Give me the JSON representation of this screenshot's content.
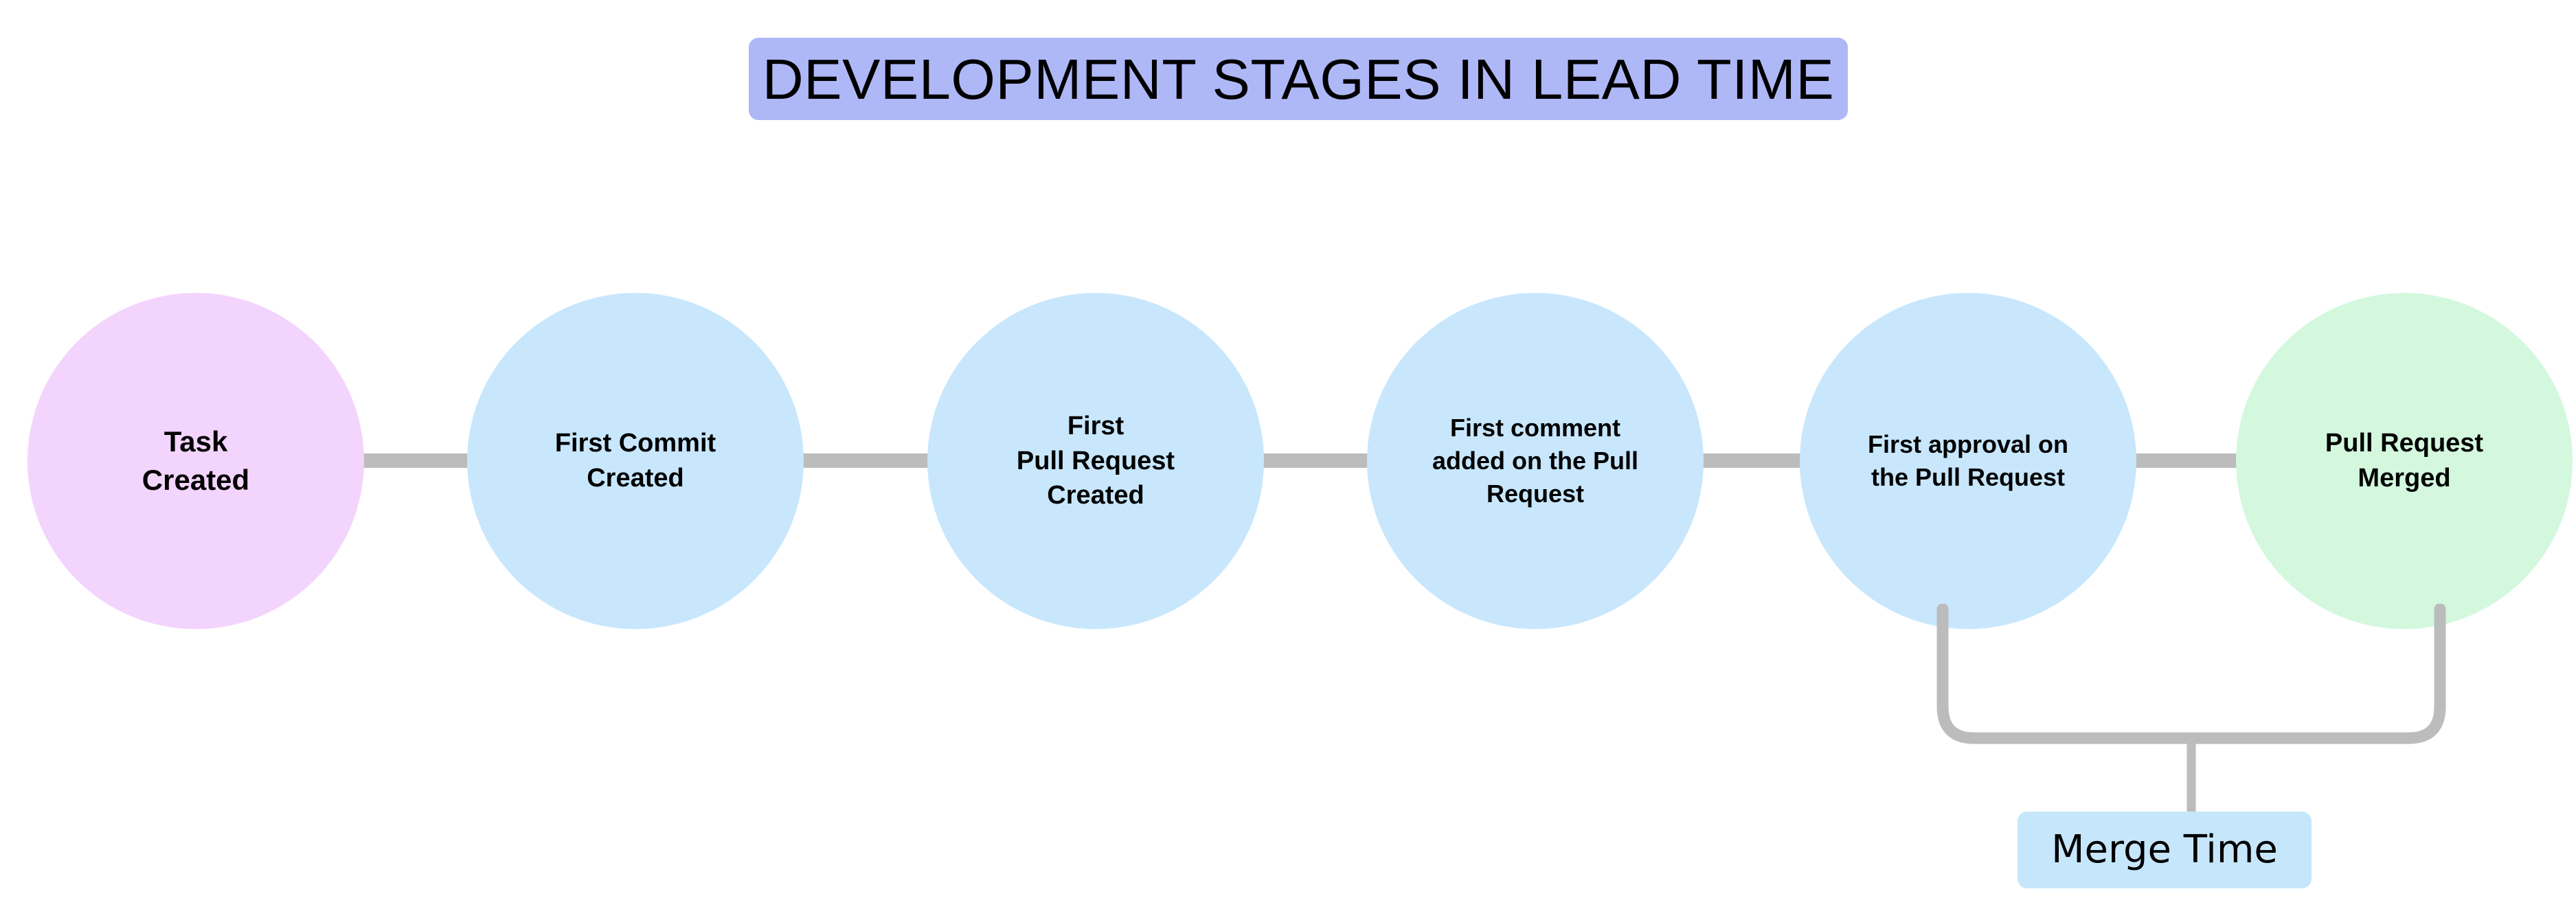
{
  "diagram": {
    "title": "DEVELOPMENT STAGES IN LEAD TIME",
    "title_bg_color": "#afb8f7",
    "canvas_bg_color": "#ffffff",
    "connector_color": "#bcbcbc",
    "stages": [
      {
        "id": "task-created",
        "label": "Task\nCreated",
        "fill_color": "#f3d4fd"
      },
      {
        "id": "first-commit-created",
        "label": "First Commit\nCreated",
        "fill_color": "#c8e7fd"
      },
      {
        "id": "first-pull-request-created",
        "label": "First\nPull Request\nCreated",
        "fill_color": "#c8e7fd"
      },
      {
        "id": "first-comment-added",
        "label": "First comment\nadded on the Pull\nRequest",
        "fill_color": "#c8e7fd"
      },
      {
        "id": "first-approval",
        "label": "First approval on\nthe Pull Request",
        "fill_color": "#c8e7fd"
      },
      {
        "id": "pull-request-merged",
        "label": "Pull Request\nMerged",
        "fill_color": "#d3f8de"
      }
    ],
    "annotation": {
      "label": "Merge Time",
      "fill_color": "#c6e7fb",
      "spans_from": "first-approval",
      "spans_to": "pull-request-merged"
    }
  }
}
